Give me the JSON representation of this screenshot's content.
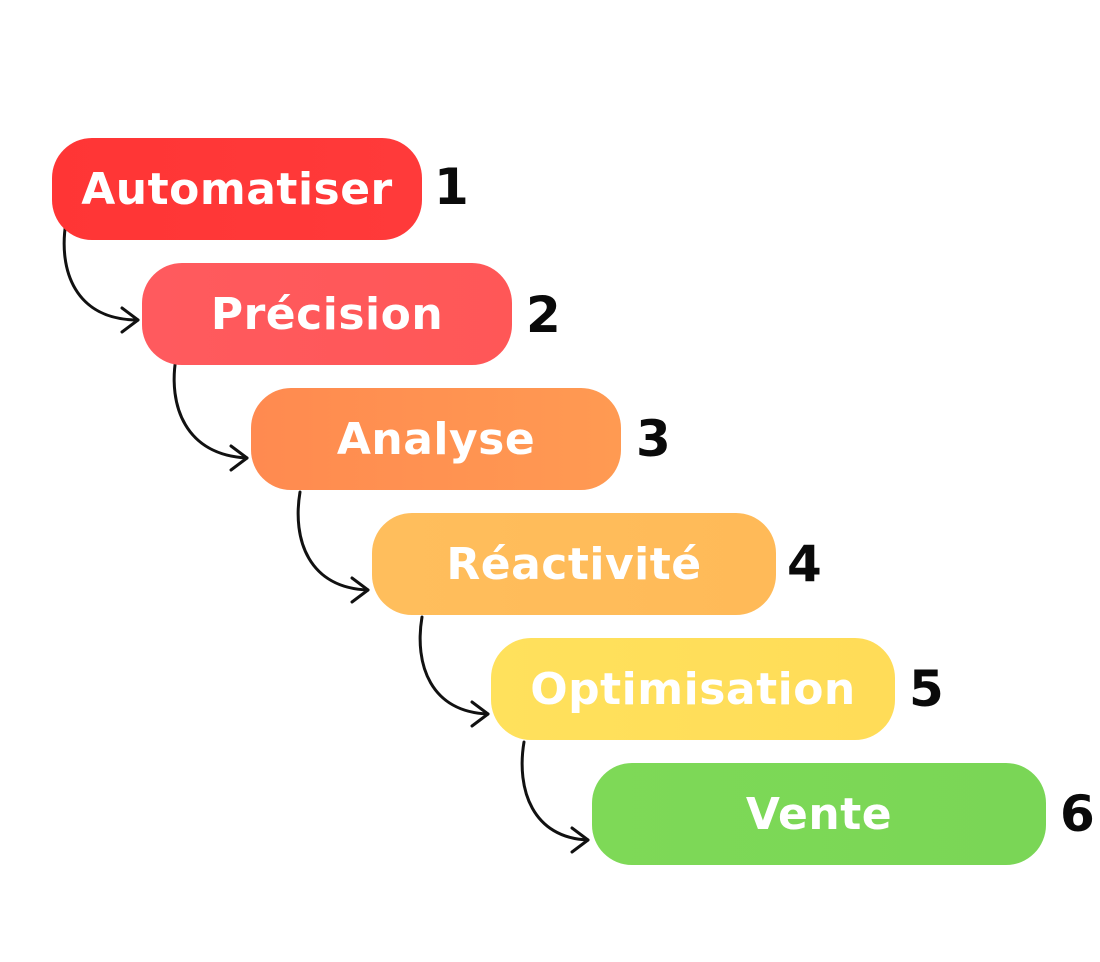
{
  "steps": [
    {
      "label": "Automatiser",
      "number": "1",
      "color": "#ff3535"
    },
    {
      "label": "Précision",
      "number": "2",
      "color": "#ff5a5e"
    },
    {
      "label": "Analyse",
      "number": "3",
      "color": "#ff914d"
    },
    {
      "label": "Réactivité",
      "number": "4",
      "color": "#ffbd59"
    },
    {
      "label": "Optimisation",
      "number": "5",
      "color": "#ffde59"
    },
    {
      "label": "Vente",
      "number": "6",
      "color": "#7ed957"
    }
  ],
  "arrow_color": "#111111"
}
